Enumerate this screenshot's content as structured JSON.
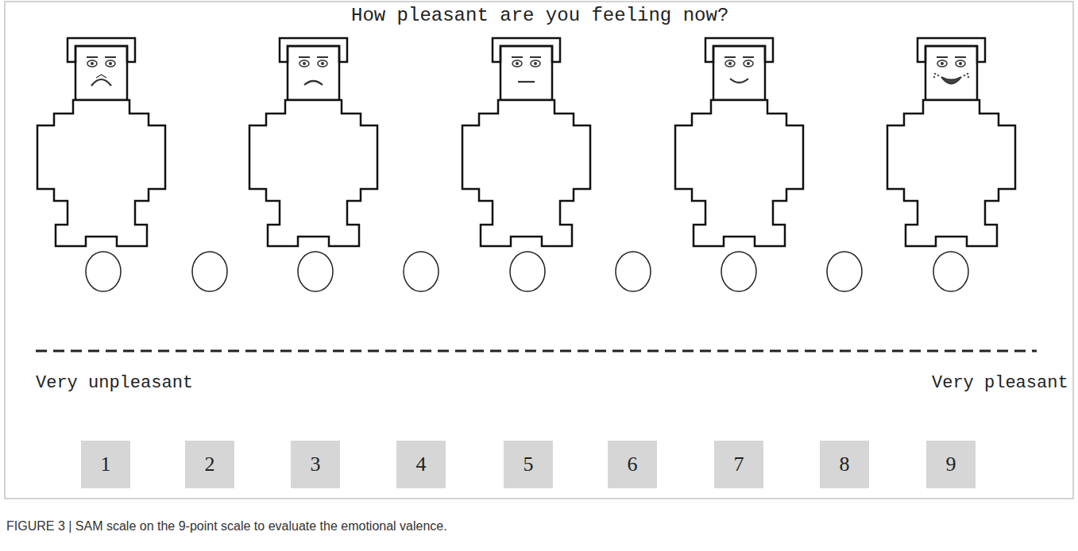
{
  "diagram": {
    "title": "How pleasant are you feeling now?",
    "caption": "FIGURE 3 | SAM scale on the 9-point scale to evaluate the emotional valence.",
    "nodes": [
      {
        "text": [
          "1"
        ]
      },
      {
        "text": [
          "2"
        ]
      },
      {
        "text": [
          "3"
        ]
      },
      {
        "text": [
          "4"
        ]
      },
      {
        "text": [
          "5"
        ]
      },
      {
        "text": [
          "6"
        ]
      },
      {
        "text": [
          "7"
        ]
      },
      {
        "text": [
          "8"
        ]
      },
      {
        "text": [
          "9"
        ]
      }
    ],
    "labels": [
      "Very unpleasant",
      "Very pleasant"
    ]
  }
}
